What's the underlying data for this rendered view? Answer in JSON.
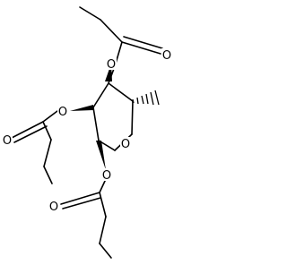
{
  "molecule": {
    "atom_labels": {
      "o_top": "O",
      "o_carbonyl_top": "O",
      "o_left": "O",
      "o_carbonyl_left": "O",
      "o_ring": "O",
      "o_bottom": "O",
      "o_carbonyl_bottom": "O"
    },
    "colors": {
      "ink": "#000000",
      "background": "#ffffff"
    }
  }
}
